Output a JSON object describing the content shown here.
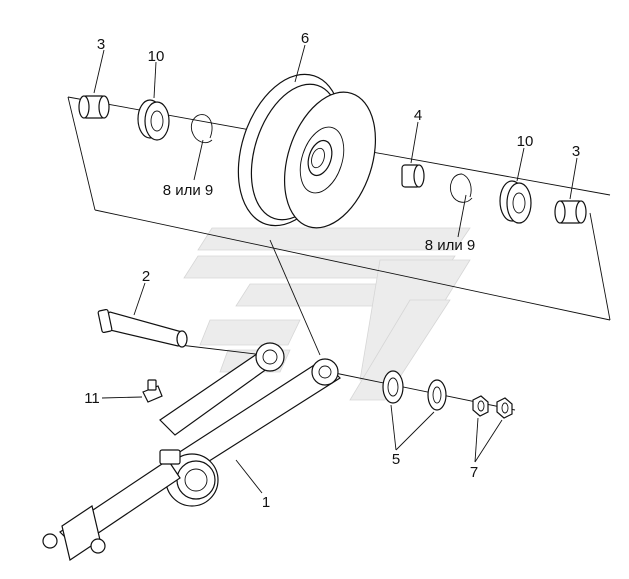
{
  "figure": {
    "kind": "exploded assembly drawing",
    "callouts": {
      "p1": "1",
      "p2": "2",
      "p3a": "3",
      "p3b": "3",
      "p4": "4",
      "p5": "5",
      "p6": "6",
      "p7": "7",
      "p8a": "8 или 9",
      "p8b": "8 или 9",
      "p10a": "10",
      "p10b": "10",
      "p11": "11"
    }
  }
}
